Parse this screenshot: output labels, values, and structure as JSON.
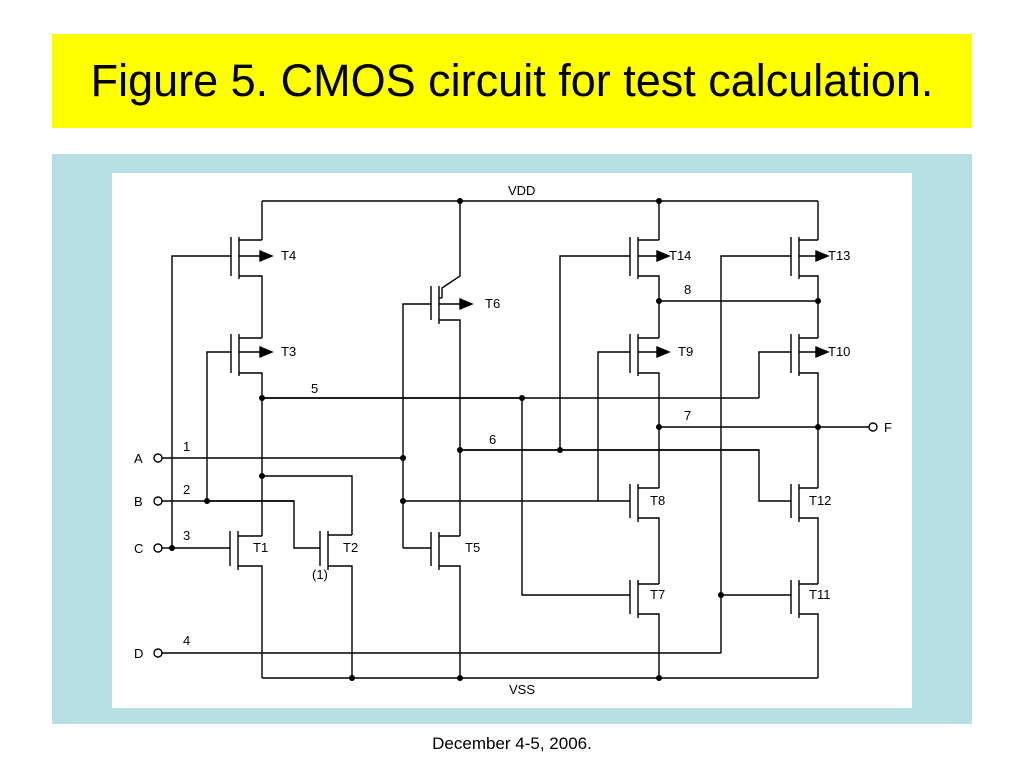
{
  "slide": {
    "title": "Figure 5. CMOS circuit for test calculation.",
    "footer": "December 4-5, 2006."
  },
  "colors": {
    "title_bar": "#ffff00",
    "panel": "#b8dfe3",
    "wire": "#000000"
  },
  "circuit": {
    "rail_top": "VDD",
    "rail_bottom": "VSS",
    "inputs": [
      {
        "label": "A",
        "net": "1"
      },
      {
        "label": "B",
        "net": "2"
      },
      {
        "label": "C",
        "net": "3"
      },
      {
        "label": "D",
        "net": "4"
      }
    ],
    "output": "F",
    "nets": [
      "5",
      "6",
      "7",
      "8"
    ],
    "note": "(1)",
    "transistors": [
      "T1",
      "T2",
      "T3",
      "T4",
      "T5",
      "T6",
      "T7",
      "T8",
      "T9",
      "T10",
      "T11",
      "T12",
      "T13",
      "T14"
    ]
  }
}
